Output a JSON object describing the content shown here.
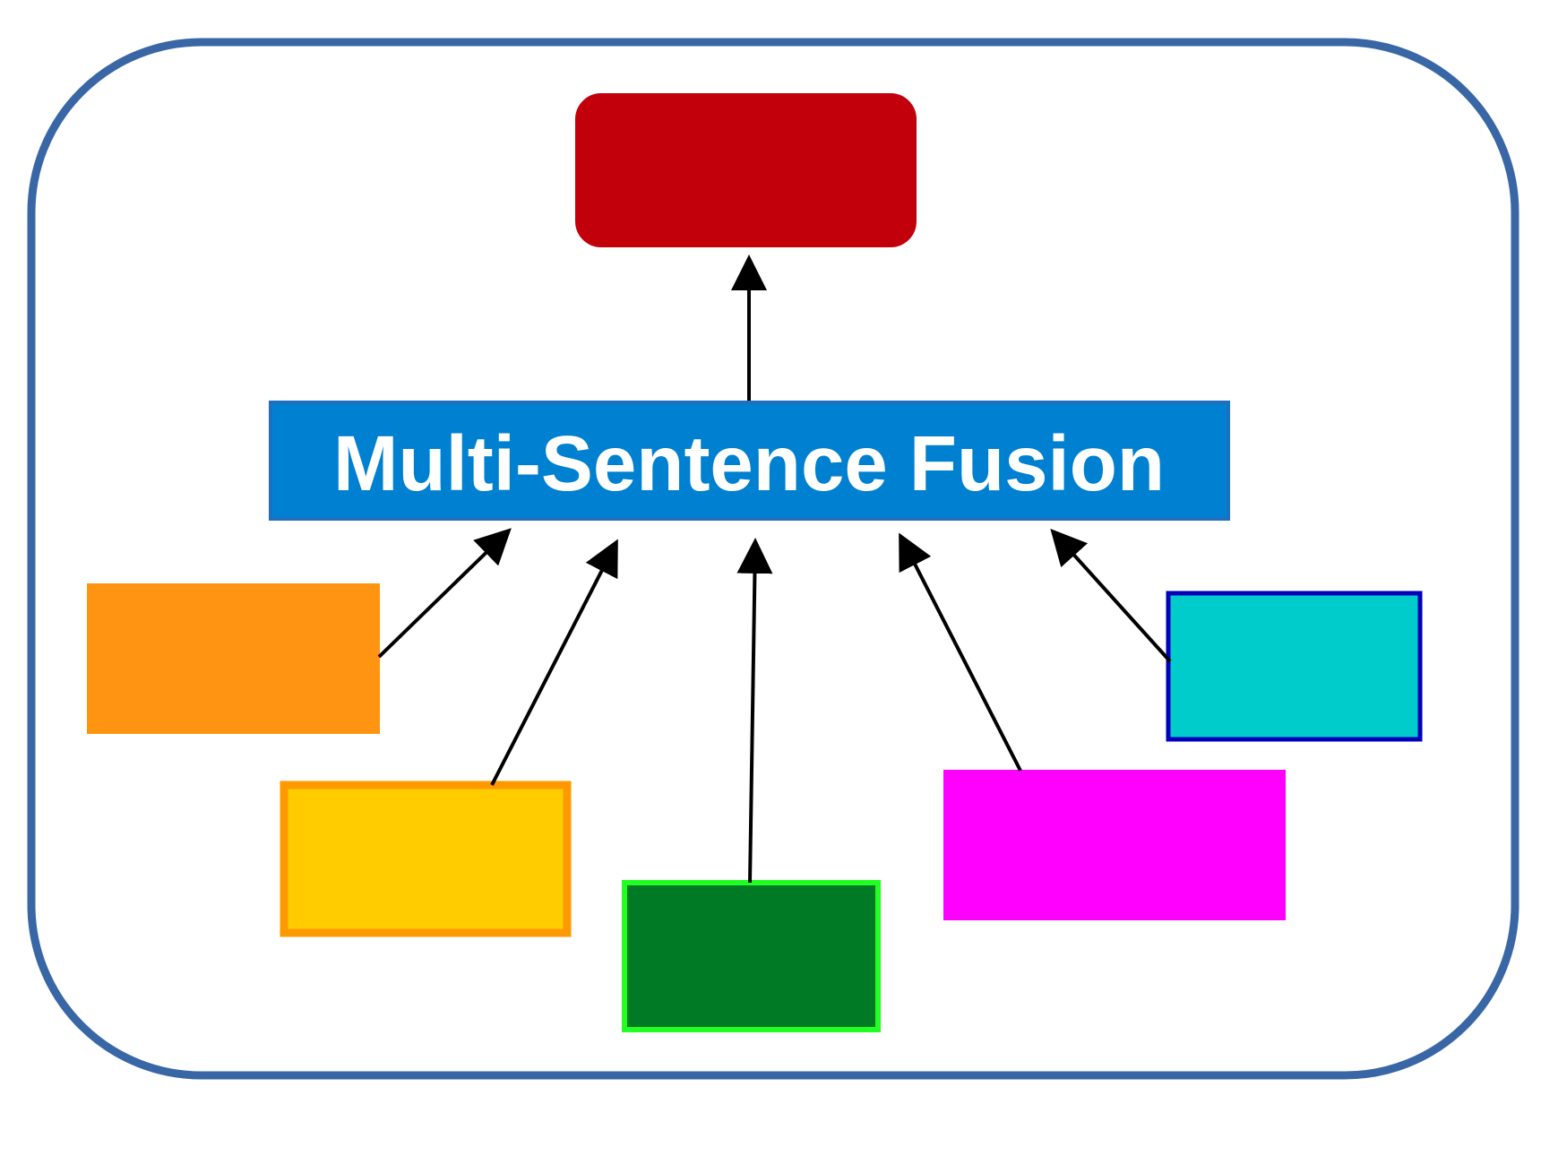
{
  "center_node": {
    "label": "Multi-Sentence Fusion"
  },
  "colors": {
    "frame_border": "#3967a5",
    "center_fill": "#0080d0",
    "center_border": "#1f6fc0",
    "center_text": "#ffffff",
    "output_fill": "#c1000c",
    "orange_fill": "#ff9413",
    "yellow_fill": "#ffcc00",
    "yellow_border": "#ff9900",
    "green_fill": "#007a25",
    "green_border": "#22ff22",
    "magenta_fill": "#ff00ff",
    "cyan_fill": "#00cccc",
    "cyan_border": "#0000bb",
    "arrow": "#000000"
  },
  "nodes": [
    {
      "id": "output",
      "color": "output_fill"
    },
    {
      "id": "orange",
      "color": "orange_fill"
    },
    {
      "id": "yellow",
      "color": "yellow_fill"
    },
    {
      "id": "green",
      "color": "green_fill"
    },
    {
      "id": "magenta",
      "color": "magenta_fill"
    },
    {
      "id": "cyan",
      "color": "cyan_fill"
    }
  ],
  "edges": [
    {
      "from": "center",
      "to": "output"
    },
    {
      "from": "orange",
      "to": "center"
    },
    {
      "from": "yellow",
      "to": "center"
    },
    {
      "from": "green",
      "to": "center"
    },
    {
      "from": "magenta",
      "to": "center"
    },
    {
      "from": "cyan",
      "to": "center"
    }
  ]
}
